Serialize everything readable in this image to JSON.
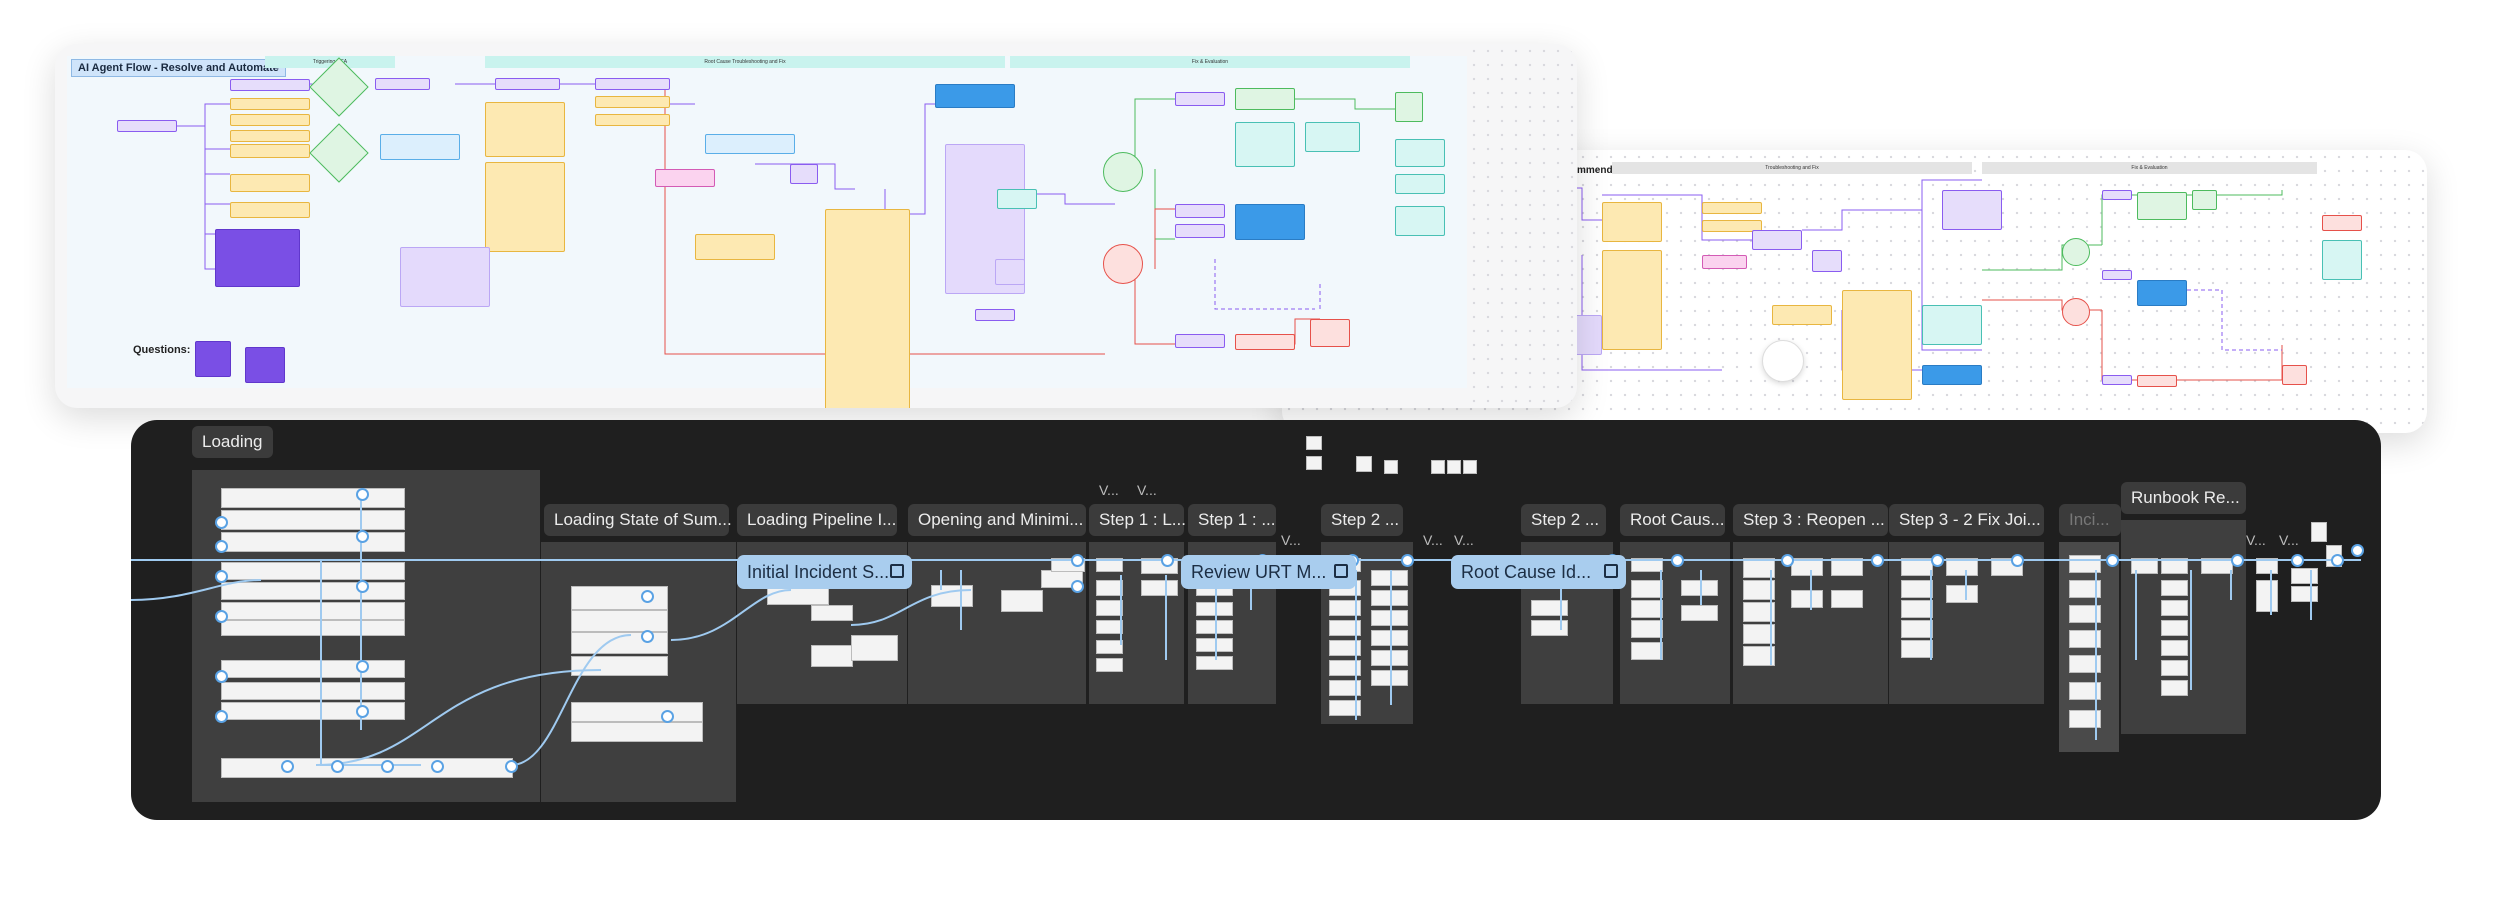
{
  "board1": {
    "title": "AI Agent Flow - Resolve and Automate",
    "questions_label": "Questions:",
    "headers": [
      "Triggering RCA",
      "Root Cause Troubleshooting and Fix",
      "Fix & Evaluation"
    ]
  },
  "board2": {
    "title": "and Recommend",
    "headers": [
      "Troubleshooting and Fix",
      "Fix & Evaluation"
    ]
  },
  "frames": {
    "loading": "Loading",
    "loading_state": "Loading State of Sum...",
    "loading_pipeline": "Loading Pipeline I...",
    "opening": "Opening and Minimi...",
    "step1a": "Step 1 : L...",
    "step1b": "Step 1 : ...",
    "step2a": "Step 2 ...",
    "step2b": "Step 2 ...",
    "root_cause": "Root Caus...",
    "step3a": "Step 3 : Reopen ...",
    "step3b": "Step 3 - 2 Fix Joi...",
    "inci": "Inci...",
    "runbook": "Runbook Re...",
    "v1": "V...",
    "v2": "V...",
    "v3": "V...",
    "v4": "V...",
    "v5": "V...",
    "v6": "V...",
    "v7": "V..."
  },
  "chips": {
    "initial_incident": "Initial Incident S...",
    "review": "Review URT M...",
    "root_cause": "Root Cause Id..."
  },
  "colors": {
    "dark_canvas": "#1f1f1f",
    "wire_blue": "#9fcaf0",
    "accent_purple": "#8a5cf0"
  },
  "icons": {
    "chip_icon": "image-frame-icon"
  }
}
